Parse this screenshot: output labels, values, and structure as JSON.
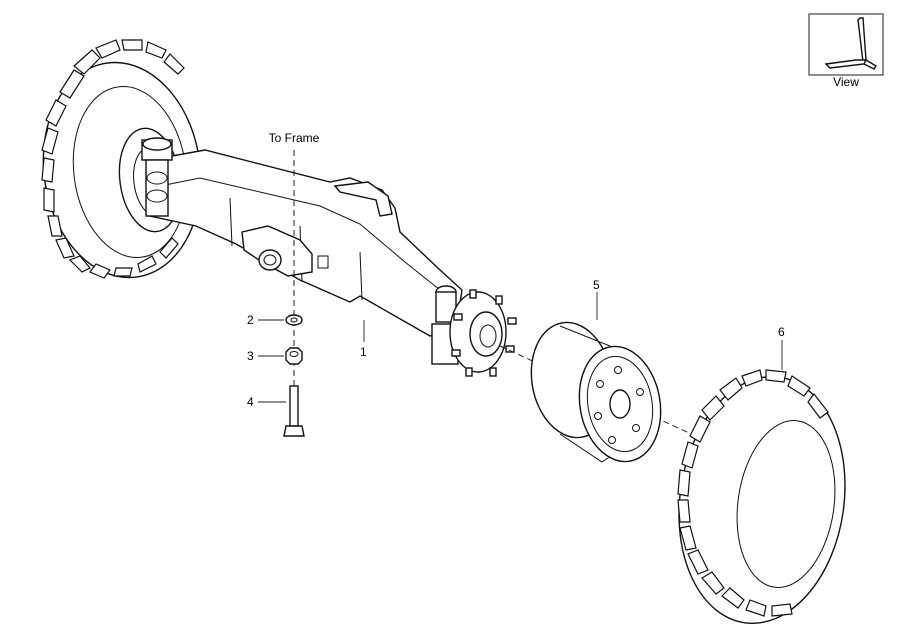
{
  "view_box": {
    "caption": "View"
  },
  "annotations": {
    "to_frame": "To Frame"
  },
  "parts": [
    {
      "callout": "1",
      "part": "axle-beam"
    },
    {
      "callout": "2",
      "part": "washer"
    },
    {
      "callout": "3",
      "part": "nut"
    },
    {
      "callout": "4",
      "part": "bolt"
    },
    {
      "callout": "5",
      "part": "wheel-rim"
    },
    {
      "callout": "6",
      "part": "tire"
    }
  ],
  "colors": {
    "line": "#111111",
    "background": "#ffffff"
  }
}
